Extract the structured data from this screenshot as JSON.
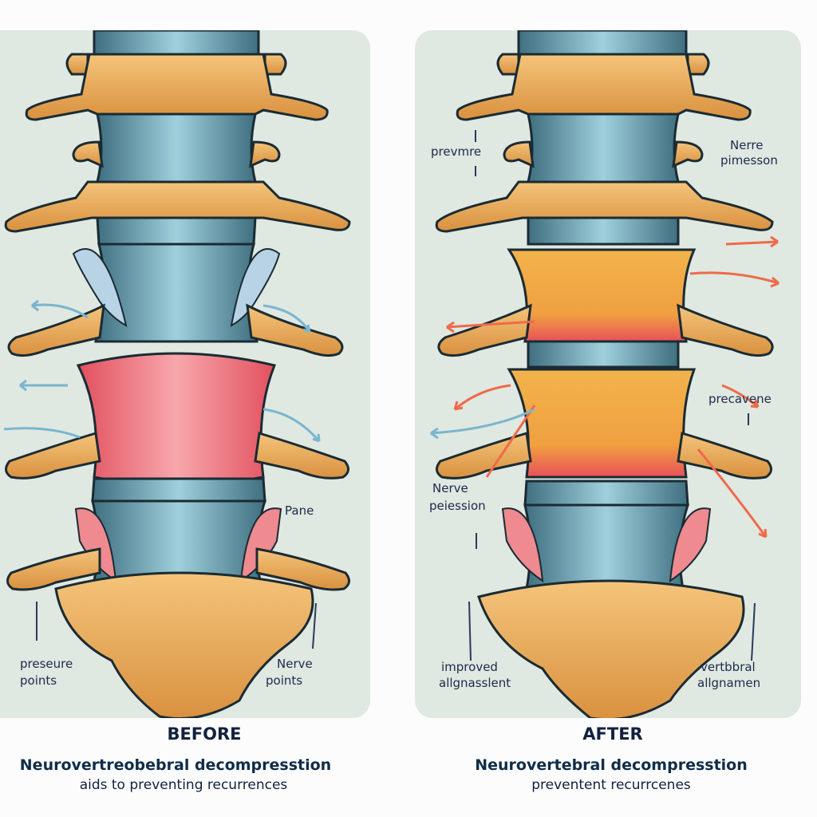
{
  "before": {
    "heading": "BEFORE",
    "labels": {
      "pane": "Pane",
      "pressure_points": [
        "preseure",
        "points"
      ],
      "nerve_points": [
        "Nerve",
        "points"
      ]
    },
    "caption_line1": "Neurovertreobebral decompresstion",
    "caption_line2": "aids to preventing recurrences",
    "disc_colors": {
      "healthy": "#5f95a6",
      "inflamed": "#ec6f7c"
    },
    "arrow_color": "#7ab5cf"
  },
  "after": {
    "heading": "AFTER",
    "labels": {
      "prevmre": "prevmre",
      "nerre_pimesson": [
        "Nerre",
        "pimesson"
      ],
      "precavene": "precavene",
      "nerve_peiession": [
        "Nerve",
        "peiession"
      ],
      "improved_alignment": [
        "improved",
        "allgnasslent"
      ],
      "vertebral_alignment": [
        "vertbbral",
        "allgnamen"
      ]
    },
    "caption_line1": "Neurovertebral decompresstion",
    "caption_line2": "preventent recurrcenes",
    "disc_colors": {
      "healthy": "#5f95a6",
      "decompressed": "#f0a844"
    },
    "arrow_color": "#ef6a4a"
  },
  "colors": {
    "panel_bg": "#dfe8e1",
    "bone": "#e3a14f",
    "bone_light": "#f6c979",
    "outline": "#1a2b33",
    "text": "#13213f"
  }
}
